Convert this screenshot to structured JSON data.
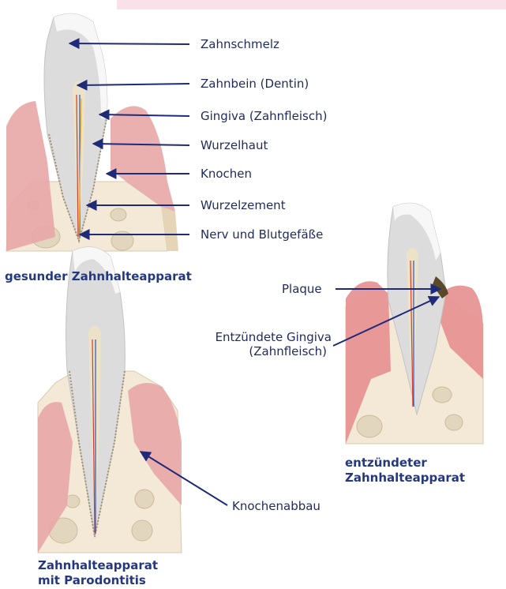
{
  "healthy": {
    "labels": [
      "Zahnschmelz",
      "Zahnbein (Dentin)",
      "Gingiva (Zahnfleisch)",
      "Wurzelhaut",
      "Knochen",
      "Wurzelzement",
      "Nerv und Blutgefäße"
    ],
    "caption": "gesunder Zahnhalteapparat"
  },
  "inflamed": {
    "plaque_label": "Plaque",
    "gingiva_label_line1": "Entzündete Gingiva",
    "gingiva_label_line2": "(Zahnfleisch)",
    "caption_line1": "entzündeter",
    "caption_line2": "Zahnhalteapparat"
  },
  "periodontitis": {
    "bone_loss_label": "Knochenabbau",
    "caption_line1": "Zahnhalteapparat",
    "caption_line2": "mit Parodontitis"
  },
  "colors": {
    "arrow": "#1f2a78",
    "caption": "#24387f",
    "gum": "#e8a7a7",
    "bone": "#f3e9d6",
    "tooth": "#dcdcdc"
  }
}
